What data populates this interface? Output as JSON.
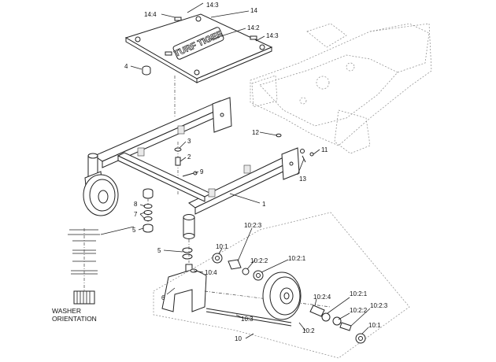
{
  "callouts": {
    "c14_3a": "14:3",
    "c14": "14",
    "c14_4": "14:4",
    "c14_2": "14:2",
    "c14_3b": "14:3",
    "c4": "4",
    "c12": "12",
    "c11": "11",
    "c13": "13",
    "c3": "3",
    "c2": "2",
    "c9": "9",
    "c1": "1",
    "c8": "8",
    "c7": "7",
    "c5a": "5",
    "c5b": "5",
    "c6": "6",
    "c10_4": "10:4",
    "c10_1a": "10:1",
    "c10_2_3a": "10:2:3",
    "c10_2_2a": "10:2:2",
    "c10_2_1a": "10:2:1",
    "c10_2_4": "10:2:4",
    "c10_2_1b": "10:2:1",
    "c10_2_2b": "10:2:2",
    "c10_2_3b": "10:2:3",
    "c10_1b": "10:1",
    "c10_3": "10:3",
    "c10_2": "10:2",
    "c10": "10"
  },
  "washer_note": {
    "line1": "WASHER",
    "line2": "ORIENTATION"
  },
  "logo_text": "TURF TIGER"
}
